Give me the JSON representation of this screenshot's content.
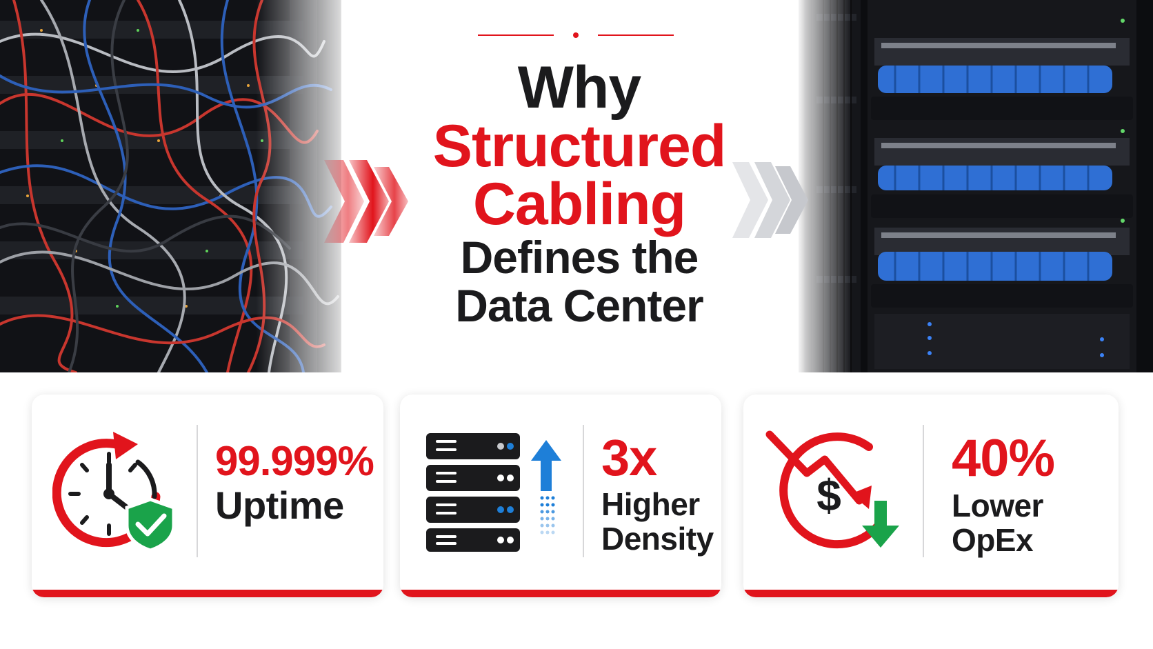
{
  "title": {
    "line1": "Why",
    "line2": "Structured",
    "line3": "Cabling",
    "line4": "Defines the",
    "line5": "Data Center"
  },
  "stats": [
    {
      "value": "99.999%",
      "label": "Uptime",
      "icon": "clock-shield-icon"
    },
    {
      "value": "3x",
      "label_line1": "Higher",
      "label_line2": "Density",
      "icon": "server-stack-icon"
    },
    {
      "value": "40%",
      "label_line1": "Lower",
      "label_line2": "OpEx",
      "icon": "dollar-down-icon"
    }
  ],
  "colors": {
    "accent": "#e1141c",
    "text_dark": "#1b1b1d",
    "check_green": "#1aa34a",
    "arrow_blue": "#1e7fd8",
    "cable_blue": "#2f6fd4"
  }
}
